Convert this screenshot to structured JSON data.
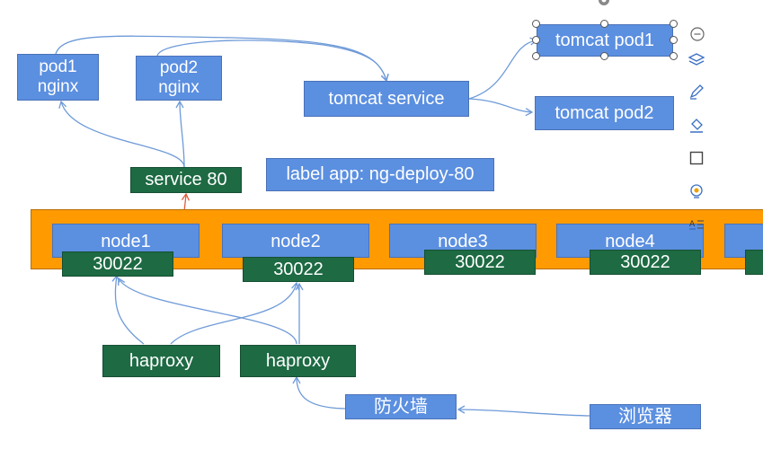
{
  "pods": [
    {
      "name": "pod1",
      "app": "nginx"
    },
    {
      "name": "pod2",
      "app": "nginx"
    }
  ],
  "tomcat": {
    "service": "tomcat service",
    "pod1": "tomcat pod1",
    "pod2": "tomcat pod2"
  },
  "service80": "service 80",
  "label": "label app: ng-deploy-80",
  "nodes": [
    {
      "name": "node1",
      "port": "30022"
    },
    {
      "name": "node2",
      "port": "30022"
    },
    {
      "name": "node3",
      "port": "30022"
    },
    {
      "name": "node4",
      "port": "30022"
    }
  ],
  "haproxy": [
    "haproxy",
    "haproxy"
  ],
  "firewall": "防火墙",
  "browser": "浏览器",
  "colors": {
    "blue_box": "#5b8fe0",
    "green_box": "#1d6a43",
    "band": "#ff9a00",
    "arrow": "#6e9ad8",
    "red_arrow": "#e05a3a"
  }
}
